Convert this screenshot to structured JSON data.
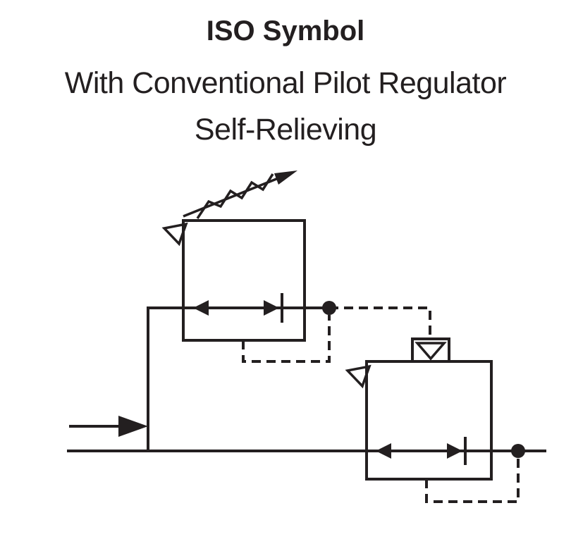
{
  "page": {
    "background": "#ffffff",
    "ink": "#231f20"
  },
  "title": {
    "line1": "ISO Symbol",
    "line2": "With Conventional Pilot Regulator",
    "line3": "Self-Relieving"
  },
  "diagram": {
    "type": "pneumatic-schematic",
    "components": [
      {
        "name": "pilot-regulator-symbol",
        "parts": [
          "adjustable-spring-arrow",
          "relief-vent-triangle",
          "double-flow-arrow",
          "valve-seat-bar"
        ]
      },
      {
        "name": "main-regulator-symbol",
        "parts": [
          "pilot-actuator-box",
          "pilot-actuator-triangle",
          "relief-vent-triangle",
          "double-flow-arrow",
          "valve-seat-bar"
        ]
      },
      {
        "name": "inlet-flow-arrow"
      },
      {
        "name": "main-flow-line"
      },
      {
        "name": "supply-riser-line"
      },
      {
        "name": "pilot-signal-line",
        "style": "dashed"
      },
      {
        "name": "pilot-feedback-line",
        "style": "dashed"
      },
      {
        "name": "main-feedback-line",
        "style": "dashed"
      },
      {
        "name": "junction-dot-pilot"
      },
      {
        "name": "junction-dot-outlet"
      }
    ]
  }
}
